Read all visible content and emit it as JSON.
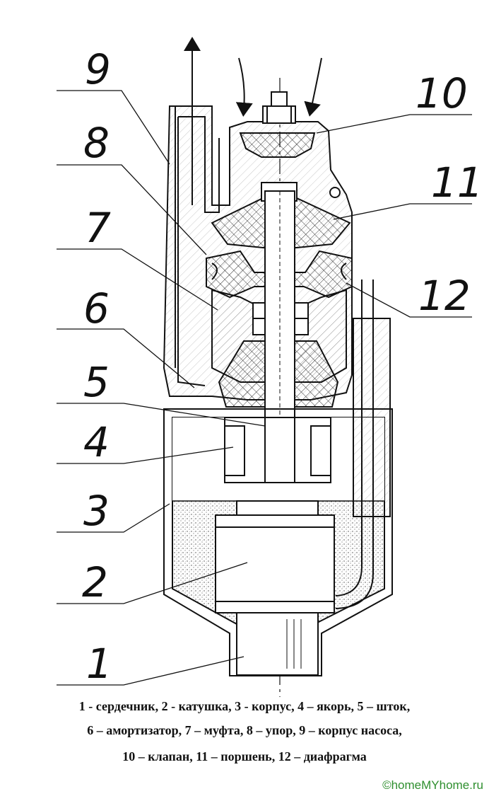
{
  "callouts": [
    "1",
    "2",
    "3",
    "4",
    "5",
    "6",
    "7",
    "8",
    "9",
    "10",
    "11",
    "12"
  ],
  "legend": {
    "line1": "1 - сердечник, 2 - катушка, 3 -  корпус, 4 – якорь, 5 – шток,",
    "line2": "6 – амортизатор, 7 – муфта, 8 – упор, 9 – корпус насоса,",
    "line3": "10 – клапан, 11 – поршень, 12 – диафрагма"
  },
  "watermark": "©homeMYhome.ru"
}
